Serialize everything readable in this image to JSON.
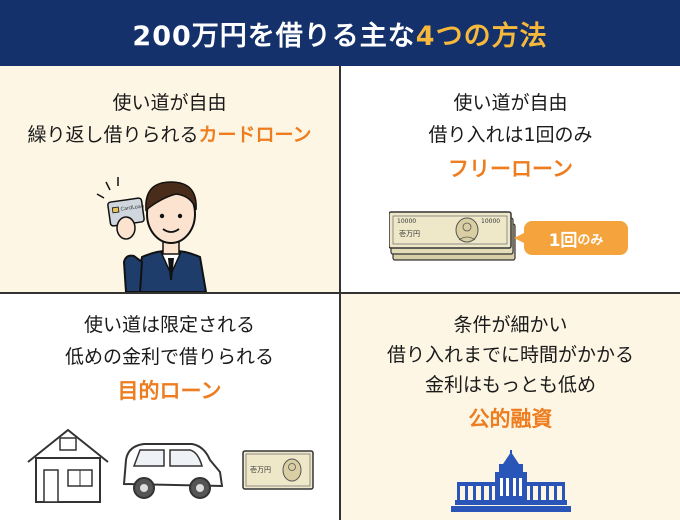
{
  "header": {
    "title_pre": "200万円を借りる主な",
    "title_highlight": "4つの方法"
  },
  "cells": {
    "card_loan": {
      "line1": "使い道が自由",
      "line2_pre": "繰り返し借りられる",
      "line2_highlight": "カードローン",
      "card_text": "CardLoan"
    },
    "free_loan": {
      "line1": "使い道が自由",
      "line2": "借り入れは1回のみ",
      "name": "フリーローン",
      "badge_num": "1回",
      "badge_suffix": "のみ",
      "bill_serial": "10000",
      "bill_text": "壱万円"
    },
    "purpose_loan": {
      "line1": "使い道は限定される",
      "line2": "低めの金利で借りられる",
      "name": "目的ローン",
      "bill_text": "壱万円"
    },
    "public_financing": {
      "line1": "条件が細かい",
      "line2": "借り入れまでに時間がかかる",
      "line3": "金利はもっとも低め",
      "name": "公的融資"
    }
  },
  "colors": {
    "header_bg": "#14316b",
    "highlight_yellow": "#f6b93b",
    "accent_orange": "#ee7d1f",
    "badge_orange": "#f5a33d",
    "cream": "#fdf6e4",
    "building_blue": "#2a55b8"
  }
}
